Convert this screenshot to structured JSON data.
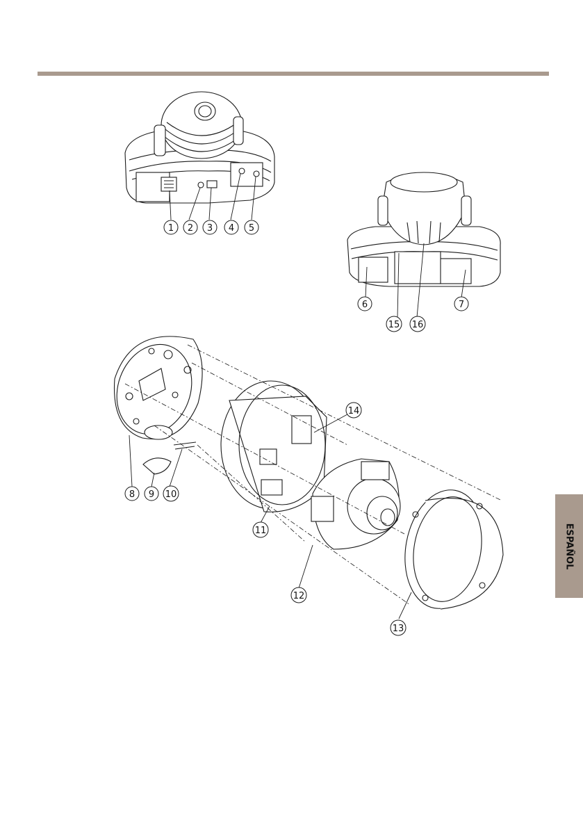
{
  "side_tab": {
    "language": "ESPAÑOL",
    "color": "#a99a8e"
  },
  "header_rule_color": "#a99a8e",
  "callouts": [
    "1",
    "2",
    "3",
    "4",
    "5",
    "6",
    "7",
    "8",
    "9",
    "10",
    "11",
    "12",
    "13",
    "14",
    "15",
    "16"
  ]
}
